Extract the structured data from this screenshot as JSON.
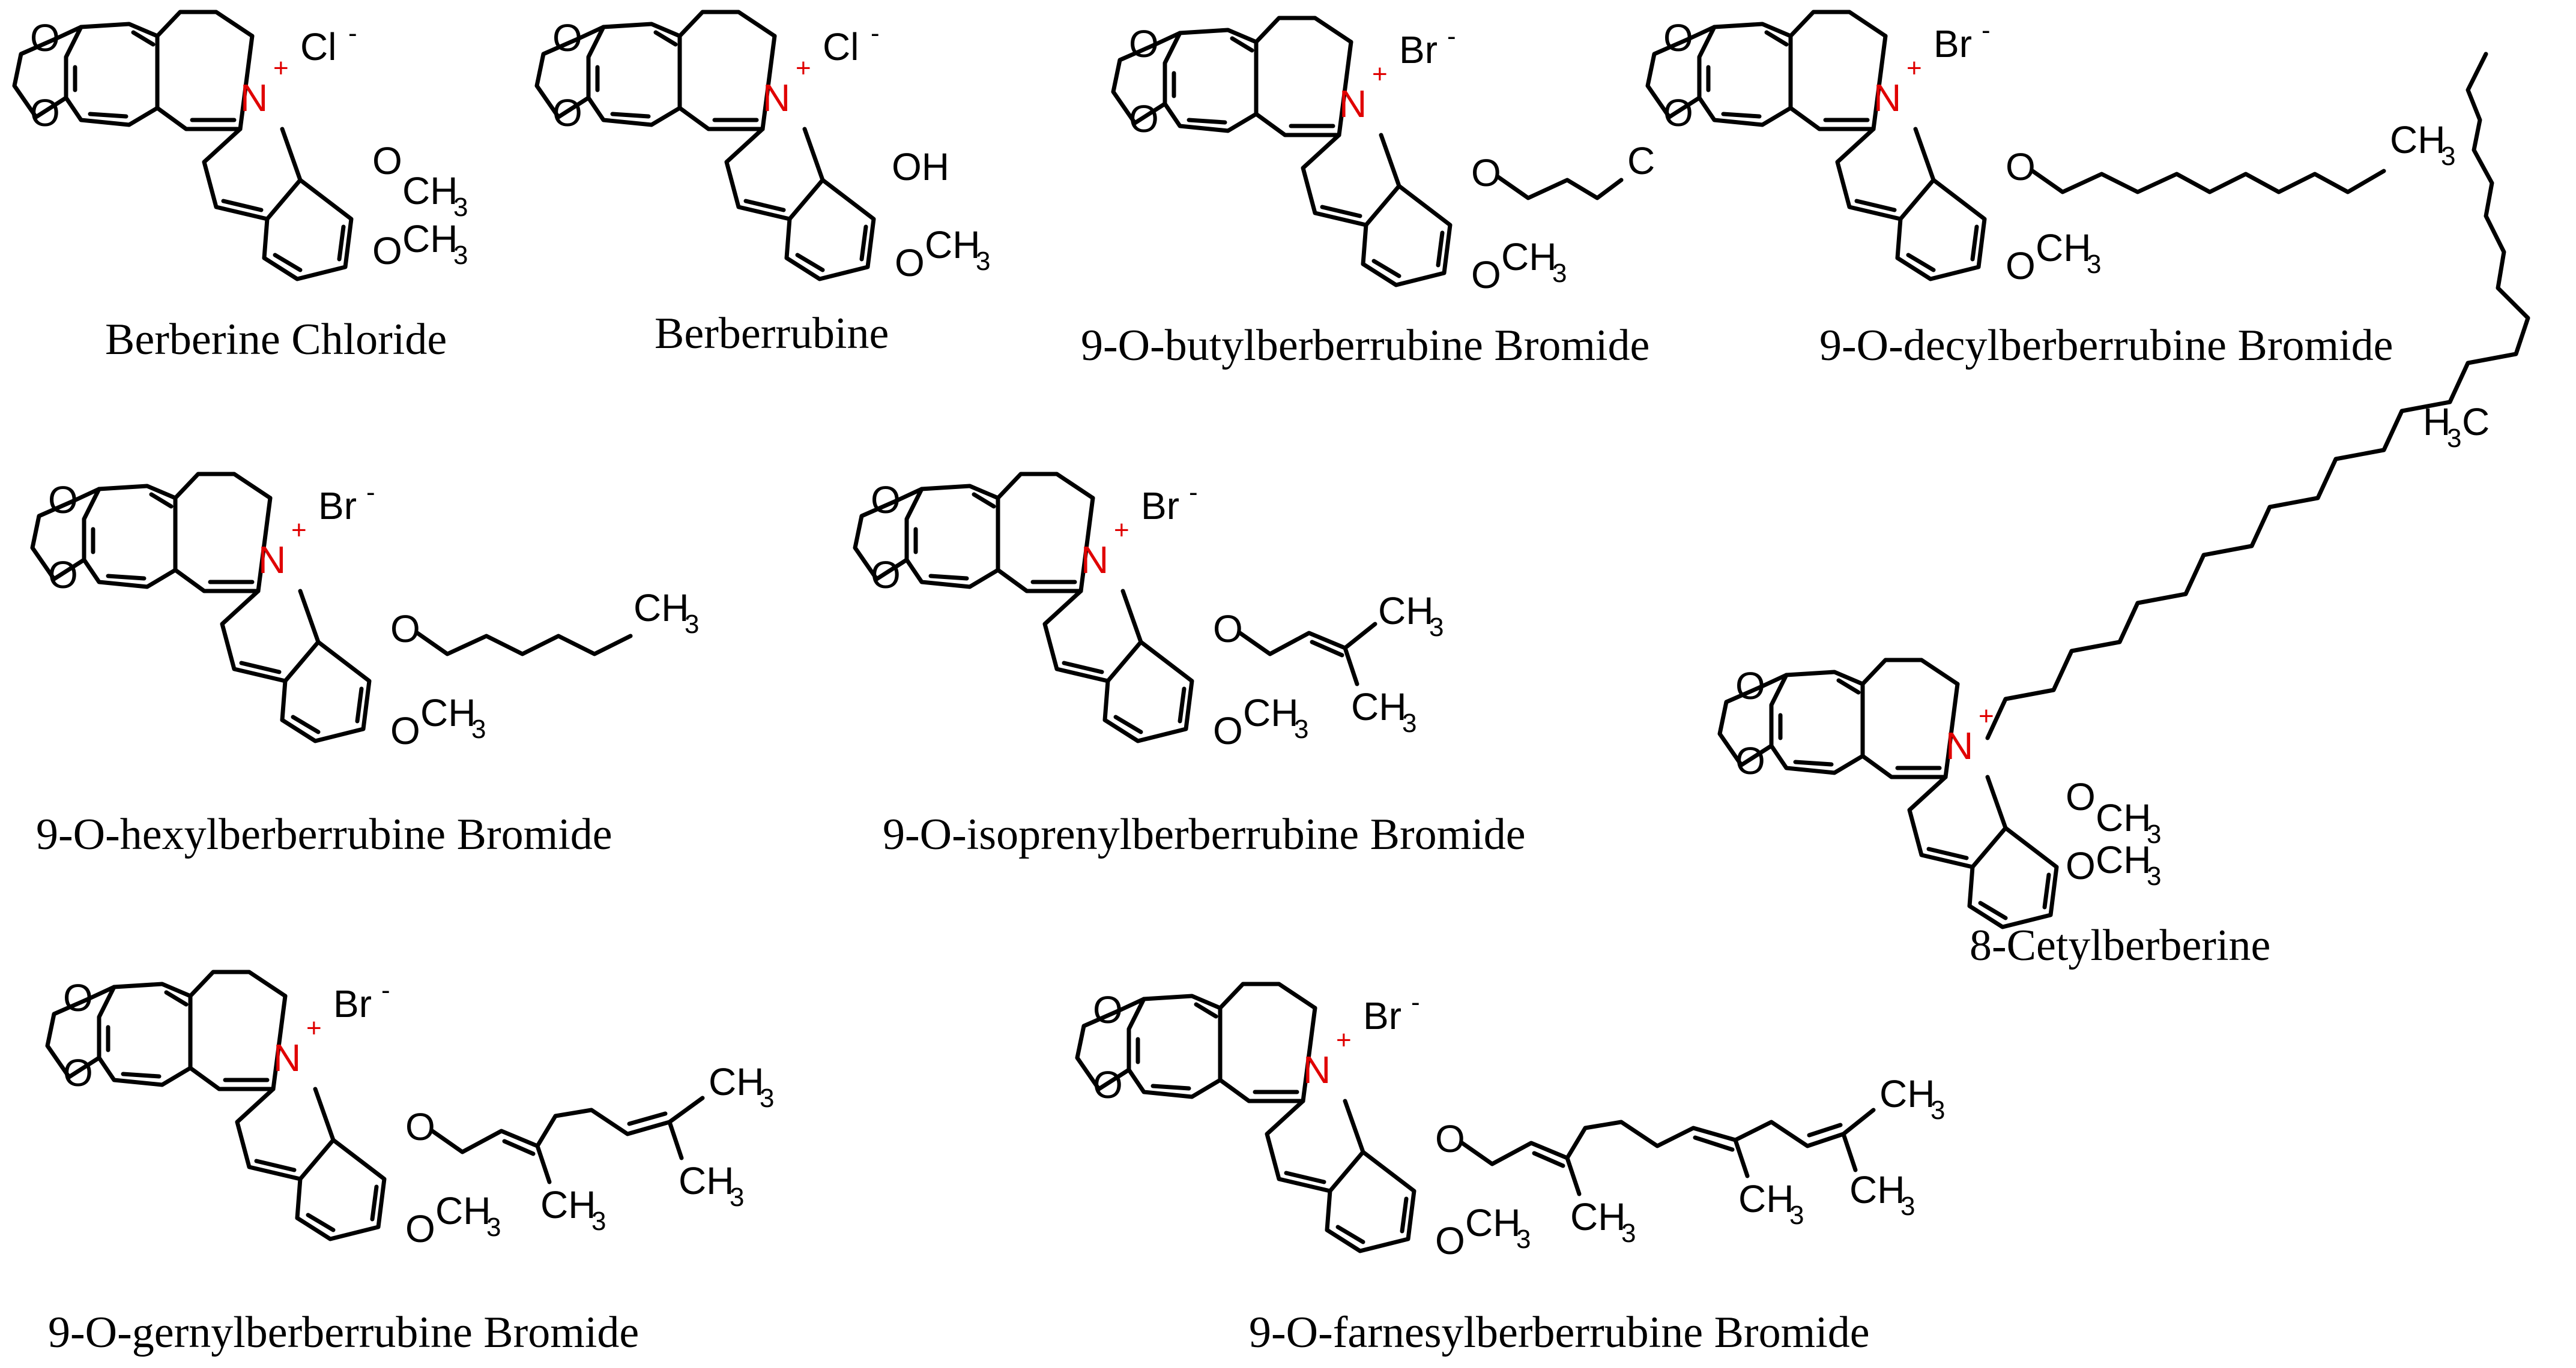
{
  "compounds": [
    {
      "name": "Berberine Chloride",
      "counterion": "Cl",
      "substituents": [
        "OCH3",
        "OCH3"
      ]
    },
    {
      "name": "Berberrubine",
      "counterion": "Cl",
      "substituents": [
        "OH",
        "OCH3"
      ]
    },
    {
      "name": "9-O-butylberberrubine  Bromide",
      "counterion": "Br",
      "substituents": [
        "O-butyl",
        "OCH3"
      ]
    },
    {
      "name": "9-O-decylberberrubine  Bromide",
      "counterion": "Br",
      "substituents": [
        "O-decyl",
        "OCH3"
      ]
    },
    {
      "name": "9-O-hexylberberrubine  Bromide",
      "counterion": "Br",
      "substituents": [
        "O-hexyl",
        "OCH3"
      ]
    },
    {
      "name": "9-O-isoprenylberberrubine  Bromide",
      "counterion": "Br",
      "substituents": [
        "O-isoprenyl",
        "OCH3"
      ]
    },
    {
      "name": "8-Cetylberberine",
      "counterion": "",
      "substituents": [
        "cetyl",
        "OCH3",
        "OCH3"
      ]
    },
    {
      "name": "9-O-gernylberberrubine  Bromide",
      "counterion": "Br",
      "substituents": [
        "O-geranyl",
        "OCH3"
      ]
    },
    {
      "name": "9-O-farnesylberberrubine  Bromide",
      "counterion": "Br",
      "substituents": [
        "O-farnesyl",
        "OCH3"
      ]
    }
  ],
  "labels": {
    "O": "O",
    "N": "N",
    "OH": "OH",
    "C": "C",
    "Cl": "Cl",
    "Br": "Br",
    "CH": "CH",
    "H": "H",
    "sub3": "3",
    "plus": "+",
    "minus": "-"
  },
  "colors": {
    "bond": "#000000",
    "nitrogen": "#e00000",
    "background": "#ffffff"
  }
}
